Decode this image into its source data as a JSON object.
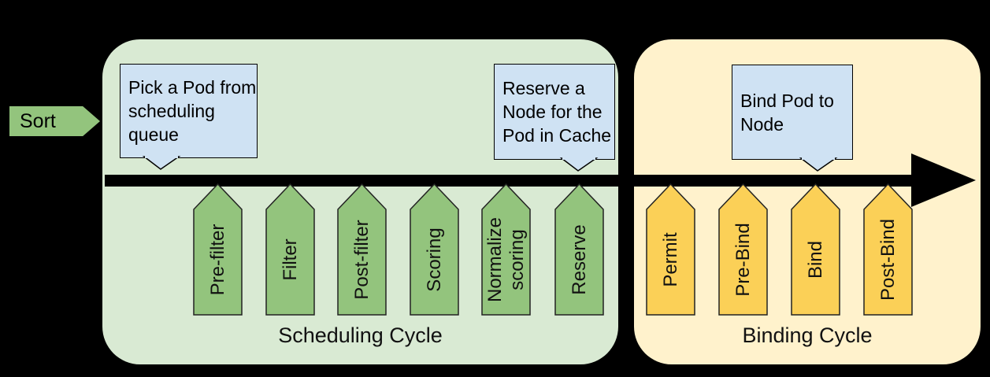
{
  "colors": {
    "background": "#000000",
    "scheduling_box": "#D9EAD3",
    "scheduling_step_fill": "#93C47D",
    "binding_box": "#FFF2CC",
    "binding_step_fill": "#FBD057",
    "callout_fill": "#CFE2F3",
    "timeline_arrow": "#000000"
  },
  "sort_label": "Sort",
  "callouts": [
    {
      "text": "Pick a Pod from scheduling queue",
      "lines": [
        "Pick a Pod from",
        "scheduling",
        "queue"
      ]
    },
    {
      "text": "Reserve a Node for the Pod in Cache",
      "lines": [
        "Reserve a",
        "Node for the",
        "Pod in Cache"
      ]
    },
    {
      "text": "Bind Pod to Node",
      "lines": [
        "Bind Pod to",
        "Node"
      ]
    }
  ],
  "scheduling_cycle": {
    "label": "Scheduling Cycle",
    "steps": [
      "Pre-filter",
      "Filter",
      "Post-filter",
      "Scoring",
      "Normalize scoring",
      "Reserve"
    ]
  },
  "binding_cycle": {
    "label": "Binding Cycle",
    "steps": [
      "Permit",
      "Pre-Bind",
      "Bind",
      "Post-Bind"
    ]
  }
}
